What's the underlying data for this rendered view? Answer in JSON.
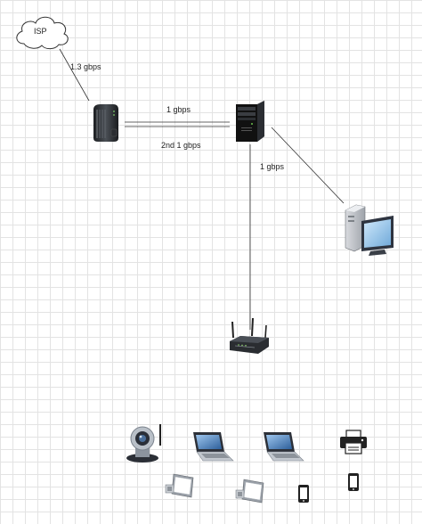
{
  "diagram": {
    "nodes": {
      "isp": {
        "label": "ISP",
        "icon": "cloud-icon"
      },
      "modem": {
        "icon": "modem-icon"
      },
      "server": {
        "icon": "server-tower-icon"
      },
      "workstation": {
        "icon": "desktop-computer-icon"
      },
      "router": {
        "icon": "wireless-router-icon"
      },
      "camera": {
        "icon": "ip-camera-icon"
      },
      "laptop_1": {
        "icon": "laptop-icon"
      },
      "laptop_2": {
        "icon": "laptop-icon"
      },
      "printer": {
        "icon": "printer-icon"
      },
      "tablet_1": {
        "icon": "tablet-icon"
      },
      "tablet_2": {
        "icon": "tablet-icon"
      },
      "phone_1": {
        "icon": "smartphone-icon"
      },
      "phone_2": {
        "icon": "smartphone-icon"
      }
    },
    "edges": {
      "isp_modem": "1.3 gbps",
      "modem_server_1": "1 gbps",
      "modem_server_2": "2nd 1 gbps",
      "server_router": "1 gbps",
      "server_workstation": ""
    }
  }
}
